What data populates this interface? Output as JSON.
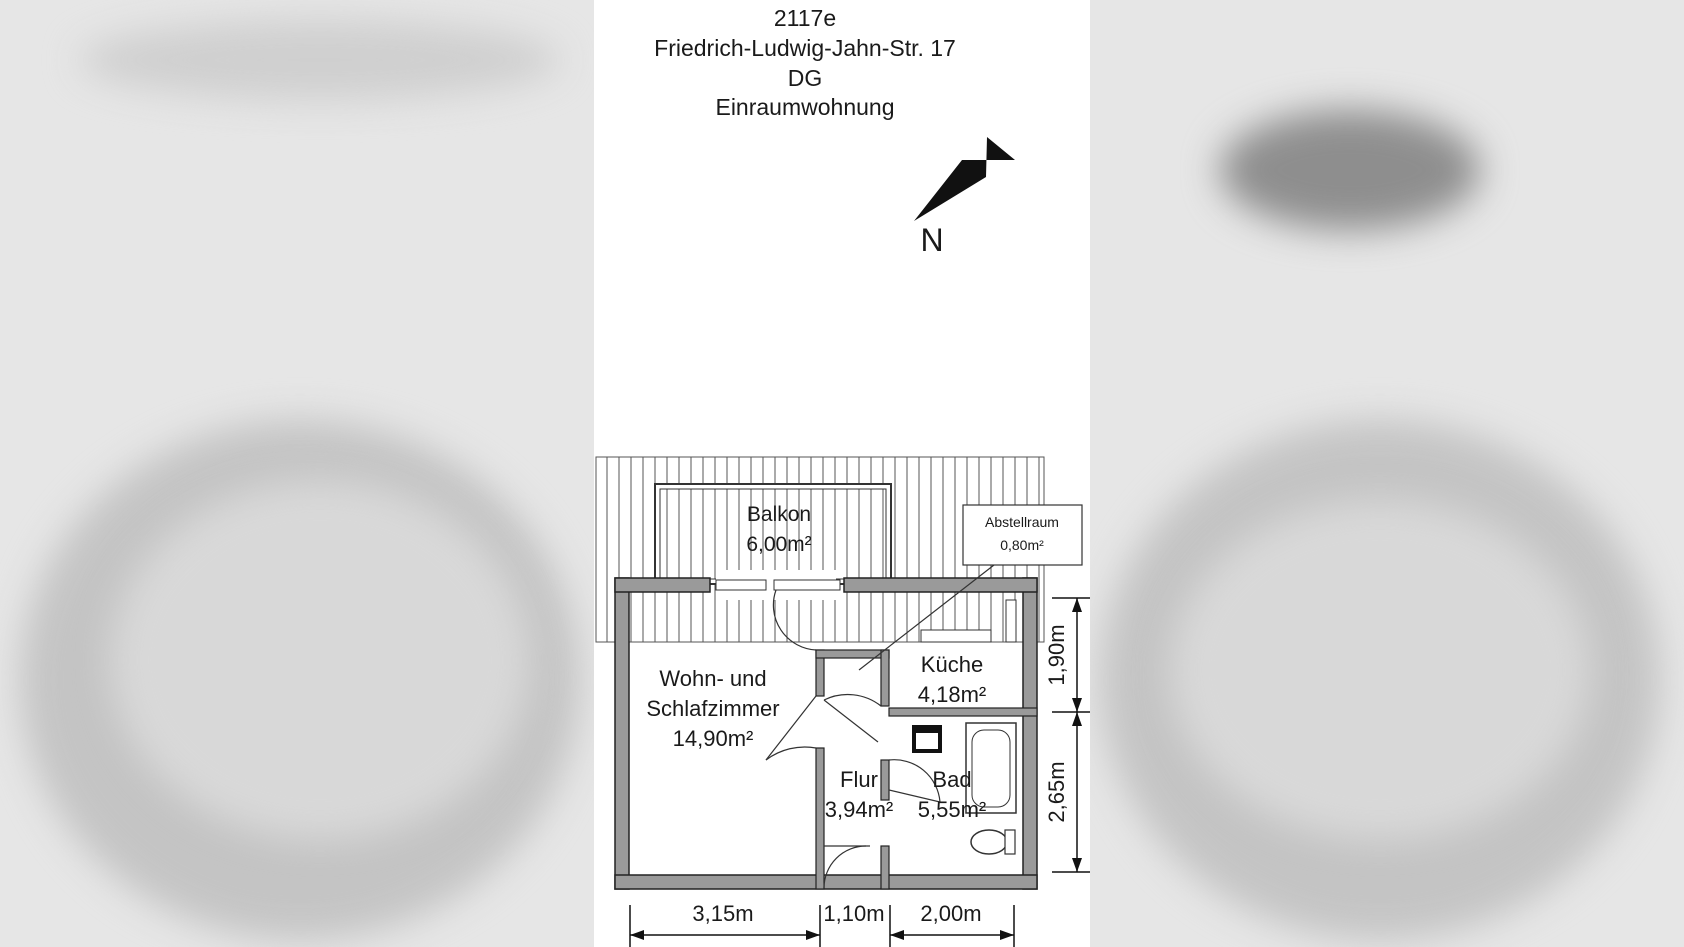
{
  "header": {
    "object_id": "2117e",
    "address": "Friedrich-Ludwig-Jahn-Str. 17",
    "floor": "DG",
    "type": "Einraumwohnung"
  },
  "compass": {
    "north_label": "N"
  },
  "rooms": {
    "balkon": {
      "name": "Balkon",
      "area": "6,00m²"
    },
    "abstellraum": {
      "name": "Abstellraum",
      "area": "0,80m²"
    },
    "kueche": {
      "name": "Küche",
      "area": "4,18m²"
    },
    "wohn": {
      "name_line1": "Wohn- und",
      "name_line2": "Schlafzimmer",
      "area": "14,90m²"
    },
    "flur": {
      "name": "Flur",
      "area": "3,94m²"
    },
    "bad": {
      "name": "Bad",
      "area": "5,55m²"
    }
  },
  "dimensions": {
    "bottom": [
      "3,15m",
      "1,10m",
      "2,00m"
    ],
    "right": [
      "1,90m",
      "2,65m"
    ]
  }
}
